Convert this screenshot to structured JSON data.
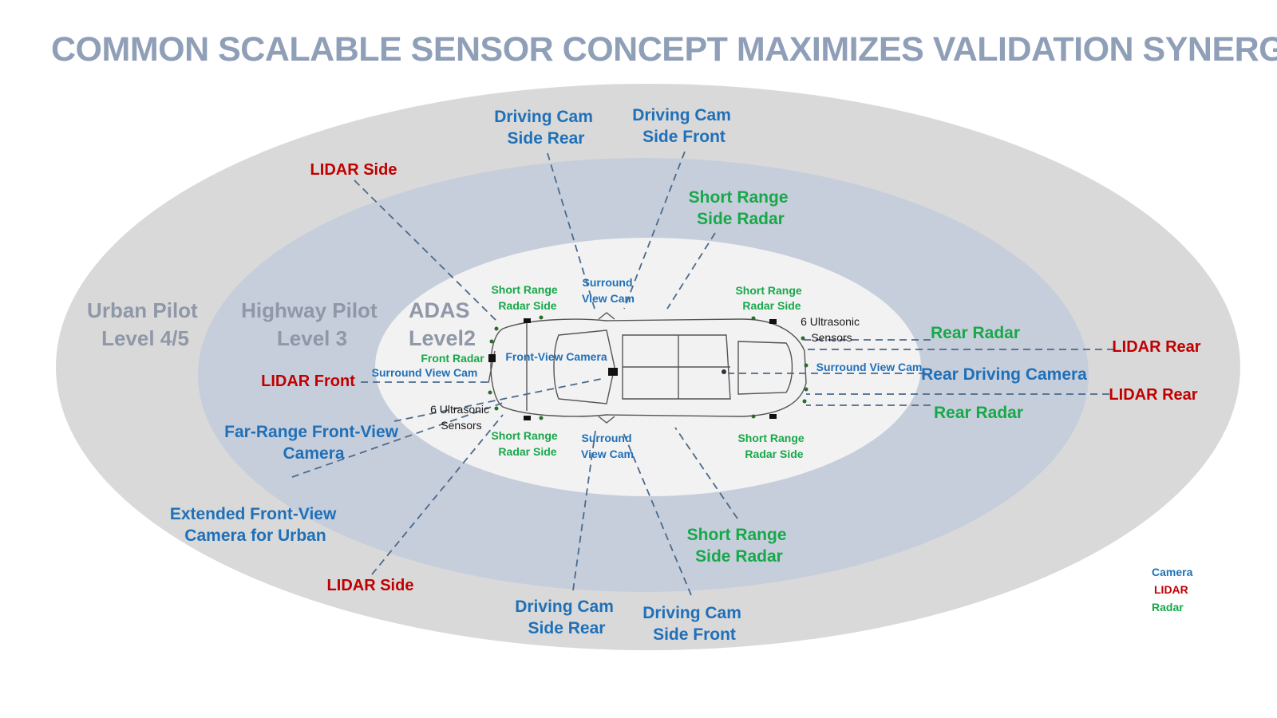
{
  "title": "COMMON SCALABLE SENSOR CONCEPT MAXIMIZES VALIDATION SYNERGIES.",
  "colors": {
    "camera": "#1f70b8",
    "lidar": "#c00000",
    "radar": "#17a84a",
    "outer_zone": "#d9d9d9",
    "middle_zone": "#c7cedb",
    "inner_zone": "#f2f2f2",
    "title": "#8f9fb8"
  },
  "zones": {
    "outer": [
      "Urban Pilot",
      "Level 4/5"
    ],
    "middle": [
      "Highway Pilot",
      "Level 3"
    ],
    "inner": [
      "ADAS",
      "Level2"
    ]
  },
  "labels": {
    "driving_cam_side_rear_top": [
      "Driving Cam",
      "Side Rear"
    ],
    "driving_cam_side_front_top": [
      "Driving Cam",
      "Side Front"
    ],
    "lidar_side_top": "LIDAR Side",
    "short_range_side_radar_top": [
      "Short Range",
      "Side Radar"
    ],
    "short_range_radar_side_tl": [
      "Short Range",
      "Radar Side"
    ],
    "surround_view_cam_top": [
      "Surround",
      "View Cam"
    ],
    "short_range_radar_side_tr": [
      "Short Range",
      "Radar Side"
    ],
    "ultrasonic_rear": [
      "6 Ultrasonic",
      "Sensors"
    ],
    "rear_radar_top": "Rear Radar",
    "lidar_rear_top": "LIDAR Rear",
    "front_radar": "Front Radar",
    "front_view_camera": "Front-View Camera",
    "surround_view_cam_front": "Surround View Cam",
    "lidar_front": "LIDAR Front",
    "surround_view_cam_rear": "Surround View Cam",
    "rear_driving_camera": "Rear Driving Camera",
    "lidar_rear_bottom": "LIDAR Rear",
    "rear_radar_bottom": "Rear Radar",
    "ultrasonic_front": [
      "6 Ultrasonic",
      "Sensors"
    ],
    "far_range_front_view_camera": [
      "Far-Range Front-View",
      "Camera"
    ],
    "short_range_radar_side_bl": [
      "Short Range",
      "Radar Side"
    ],
    "surround_view_cam_bottom": [
      "Surround",
      "View Cam"
    ],
    "short_range_radar_side_br": [
      "Short Range",
      "Radar Side"
    ],
    "extended_front_view_camera": [
      "Extended Front-View",
      "Camera for Urban"
    ],
    "short_range_side_radar_bottom": [
      "Short Range",
      "Side Radar"
    ],
    "lidar_side_bottom": "LIDAR Side",
    "driving_cam_side_rear_bottom": [
      "Driving Cam",
      "Side Rear"
    ],
    "driving_cam_side_front_bottom": [
      "Driving Cam",
      "Side Front"
    ]
  },
  "legend": {
    "camera": "Camera",
    "lidar": "LIDAR",
    "radar": "Radar"
  }
}
